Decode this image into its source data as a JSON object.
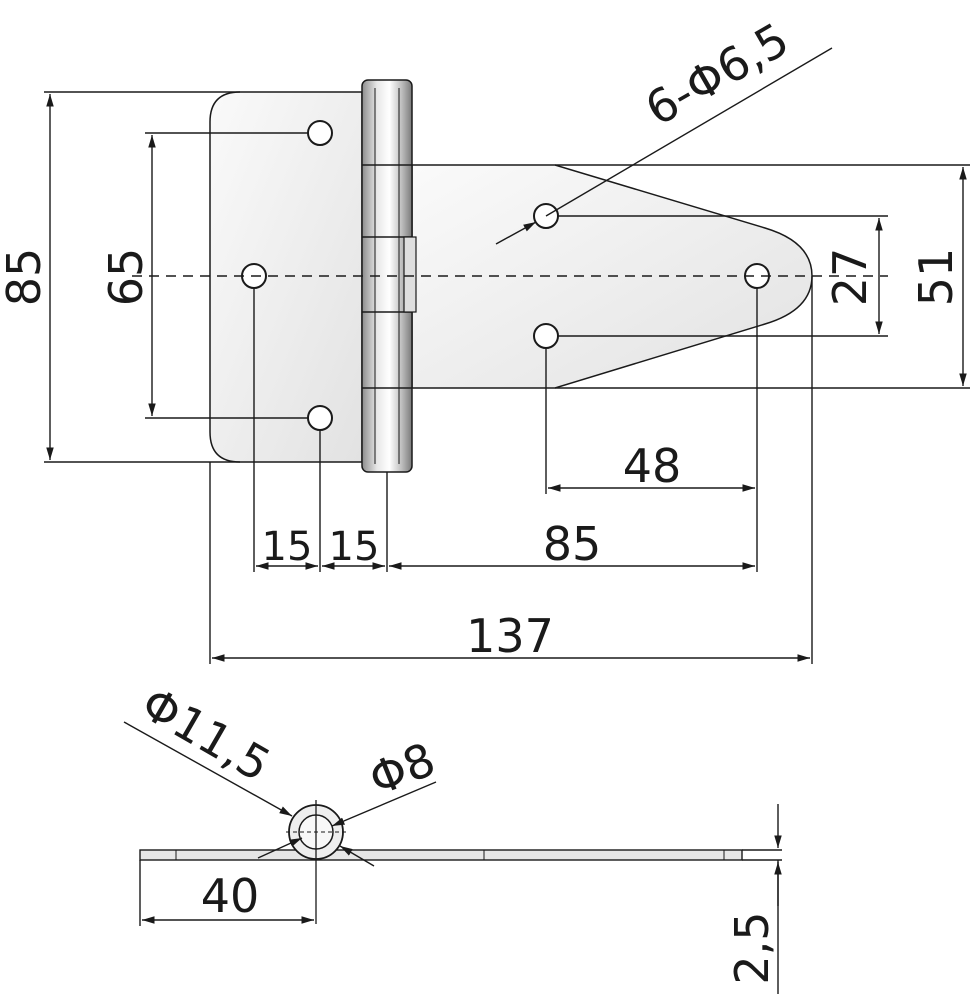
{
  "dimensions": {
    "overall_height": "85",
    "hole_spacing_left": "65",
    "strap_width": "51",
    "hole_spacing_right": "27",
    "hole_note": "6-Φ6,5",
    "offset_left_1": "15",
    "offset_left_2": "15",
    "span_to_end_hole": "85",
    "strap_hole_spacing": "48",
    "overall_length": "137",
    "knuckle_outer_dia": "Φ11,5",
    "pin_dia": "Φ8",
    "leaf_width_section": "40",
    "thickness": "2,5"
  },
  "colors": {
    "ink": "#1a1a1a",
    "metal_light": "#f2f2f2",
    "metal_mid": "#d4d4d4",
    "metal_dark": "#9a9a9a"
  }
}
